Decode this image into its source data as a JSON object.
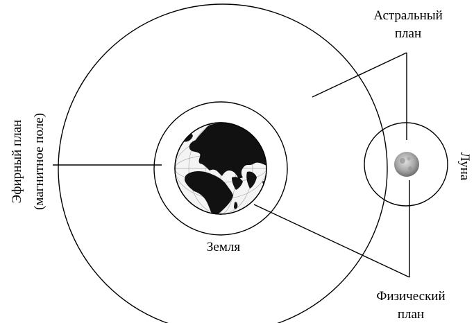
{
  "labels": {
    "astral_line1": "Астральный",
    "astral_line2": "план",
    "etheric_line1": "Эфирный план",
    "etheric_line2": "(магнитное поле)",
    "moon": "Луна",
    "earth": "Земля",
    "physical_line1": "Физический",
    "physical_line2": "план"
  }
}
